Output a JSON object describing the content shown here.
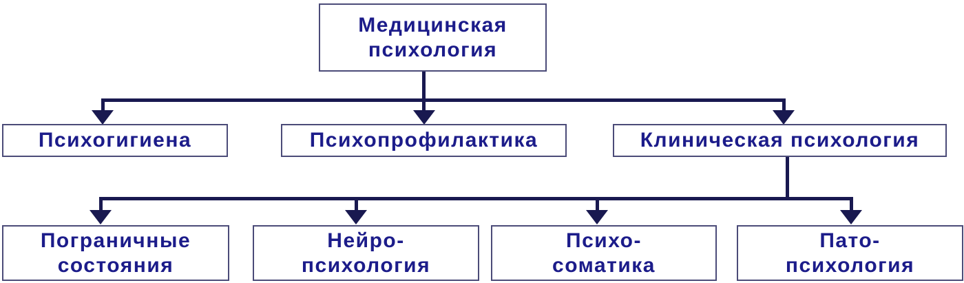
{
  "colors": {
    "text": "#1C1C8A",
    "box_border": "#4B4B78",
    "connector": "#191950",
    "background": "#FFFFFF"
  },
  "diagram": {
    "type": "hierarchy-flowchart",
    "language": "ru",
    "root": {
      "id": "medical-psychology",
      "label": "Медицинская психология",
      "lines": [
        "Медицинская",
        "психология"
      ]
    },
    "level2": [
      {
        "id": "psychohygiene",
        "label": "Психогигиена",
        "lines": [
          "Психогигиена"
        ]
      },
      {
        "id": "psychoprophylaxis",
        "label": "Психопрофилактика",
        "lines": [
          "Психопрофилактика"
        ]
      },
      {
        "id": "clinical-psychology",
        "label": "Клиническая психология",
        "lines": [
          "Клиническая психология"
        ]
      }
    ],
    "level3": [
      {
        "id": "borderline-states",
        "label": "Пограничные состояния",
        "lines": [
          "Пограничные",
          "состояния"
        ]
      },
      {
        "id": "neuropsychology",
        "label": "Нейро-психология",
        "lines": [
          "Нейро-",
          "психология"
        ]
      },
      {
        "id": "psychosomatics",
        "label": "Психо-соматика",
        "lines": [
          "Психо-",
          "соматика"
        ]
      },
      {
        "id": "pathopsychology",
        "label": "Пато-психология",
        "lines": [
          "Пато-",
          "психология"
        ]
      }
    ],
    "edges": [
      {
        "from": "medical-psychology",
        "to": "psychohygiene"
      },
      {
        "from": "medical-psychology",
        "to": "psychoprophylaxis"
      },
      {
        "from": "medical-psychology",
        "to": "clinical-psychology"
      },
      {
        "from": "clinical-psychology",
        "to": "borderline-states"
      },
      {
        "from": "clinical-psychology",
        "to": "neuropsychology"
      },
      {
        "from": "clinical-psychology",
        "to": "psychosomatics"
      },
      {
        "from": "clinical-psychology",
        "to": "pathopsychology"
      }
    ]
  }
}
